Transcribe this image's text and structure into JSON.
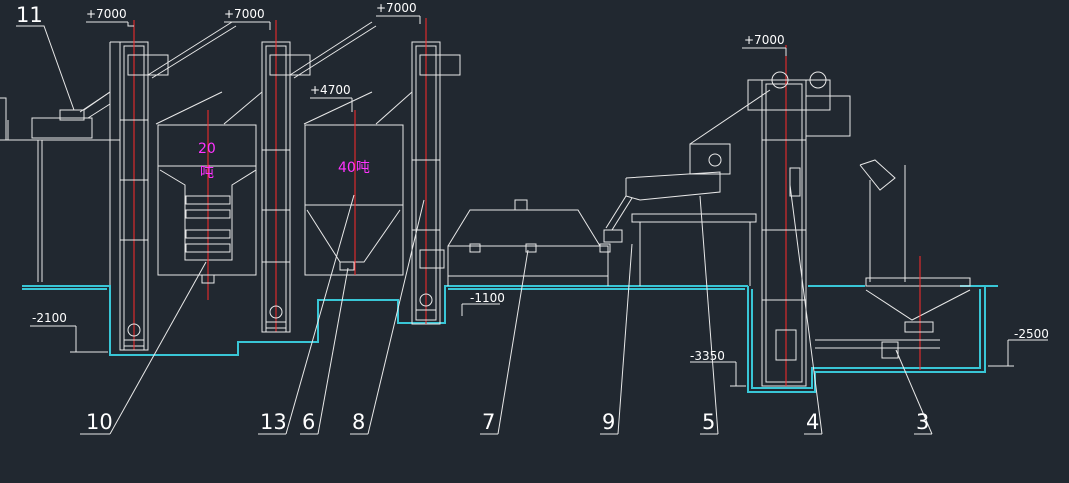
{
  "elevations": {
    "e1": "+7000",
    "e2": "+7000",
    "e3": "+7000",
    "e4": "+4700",
    "e5": "+7000",
    "e6": "-2100",
    "e7": "-1100",
    "e8": "-3350",
    "e9": "-2500"
  },
  "bin_labels": {
    "bin1_num": "20",
    "bin1_unit": "吨",
    "bin2": "40吨"
  },
  "callouts": [
    "11",
    "10",
    "13",
    "6",
    "8",
    "7",
    "9",
    "5",
    "4",
    "3"
  ],
  "colors": {
    "background": "#212830",
    "lines": "#e8e8e8",
    "centerlines": "#ff2a2a",
    "ground": "#39c6d6",
    "bin_text": "#ff33ff"
  }
}
